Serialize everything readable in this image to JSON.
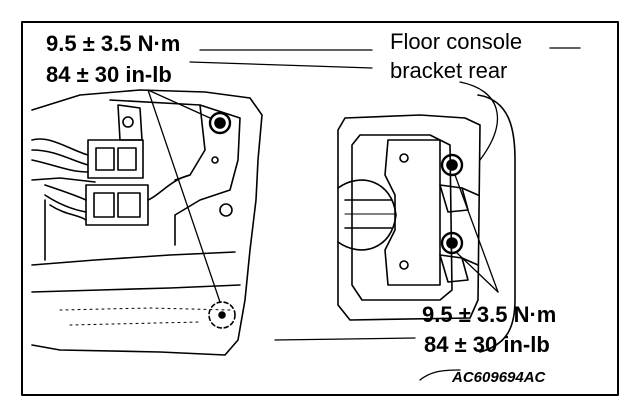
{
  "figure": {
    "torque_left": {
      "metric": "9.5 ± 3.5 N·m",
      "imperial": "84 ± 30 in-lb"
    },
    "callout": {
      "line1": "Floor console",
      "line2": "bracket rear"
    },
    "torque_right": {
      "metric": "9.5 ± 3.5 N·m",
      "imperial": "84 ± 30 in-lb"
    },
    "figure_code": "AC609694AC"
  }
}
